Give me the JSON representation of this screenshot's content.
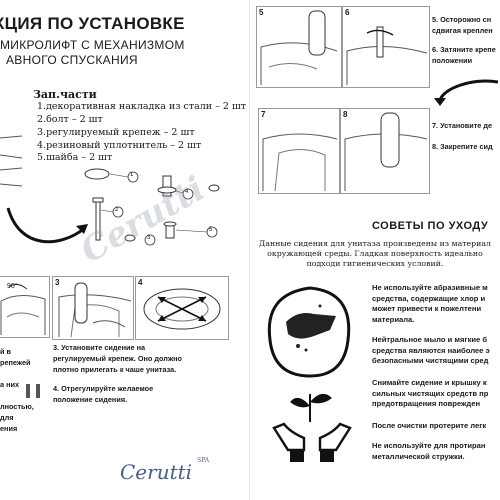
{
  "left_page": {
    "title": "КЦИЯ ПО УСТАНОВКЕ",
    "subtitle_line1": "МИКРОЛИФТ С МЕХАНИЗМОМ",
    "subtitle_line2": "АВНОГО СПУСКАНИЯ",
    "parts_heading": "Зап.части",
    "parts": [
      "1.декоративная накладка из стали – 2 шт",
      "2.болт – 2 шт",
      "3.регулируемый крепеж – 2 шт",
      "4.резиновый уплотнитель – 2 шт",
      "5.шайба – 2 шт"
    ],
    "callouts": [
      "1",
      "2",
      "3",
      "4",
      "5"
    ],
    "steps": [
      {
        "num": "3",
        "text": [
          "3. Установите сидение на",
          "регулируемый крепеж. Оно должно",
          "плотно прилегать к чаше унитаза."
        ]
      },
      {
        "num": "4",
        "text": [
          "4. Отрегулируйте желаемое",
          "положение сидения."
        ]
      }
    ],
    "step1_angle": "90°",
    "cut_text": [
      "й в",
      "репежей",
      "",
      "а них",
      "",
      "лностью,",
      "для",
      "ения"
    ],
    "brand": "Cerutti",
    "brand_suffix": "SPA",
    "watermark": "Cerutti"
  },
  "right_page": {
    "step_numbers": [
      "5",
      "6",
      "7",
      "8"
    ],
    "steps_text": [
      [
        "5. Осторожно сн",
        "сдвигая креплен"
      ],
      [
        "6. Затяните крепе",
        "положении"
      ],
      [
        "7. Установите де"
      ],
      [
        "8. Закрепите сид"
      ]
    ],
    "tips_heading": "СОВЕТЫ ПО УХОДУ",
    "tips_intro": "Данные сидения для унитаза произведены из материал окружающей среды. Гладкая поверхность идеально подходи гигиенических условий.",
    "tips": [
      [
        "Не используйте абразивные м",
        "средства, содержащие хлор и",
        "может привести к пожелтени",
        "материала."
      ],
      [
        "Нейтральное мыло и мягкие б",
        "средства являются наиболее э",
        "безопасными чистящими сред"
      ],
      [
        "Снимайте сидение и крышку к",
        "сильных чистящих средств пр",
        "предотвращения поврежден"
      ],
      [
        "После очистки протерите легк"
      ],
      [
        "Не используйте для протиран",
        "металлической стружки."
      ]
    ]
  }
}
